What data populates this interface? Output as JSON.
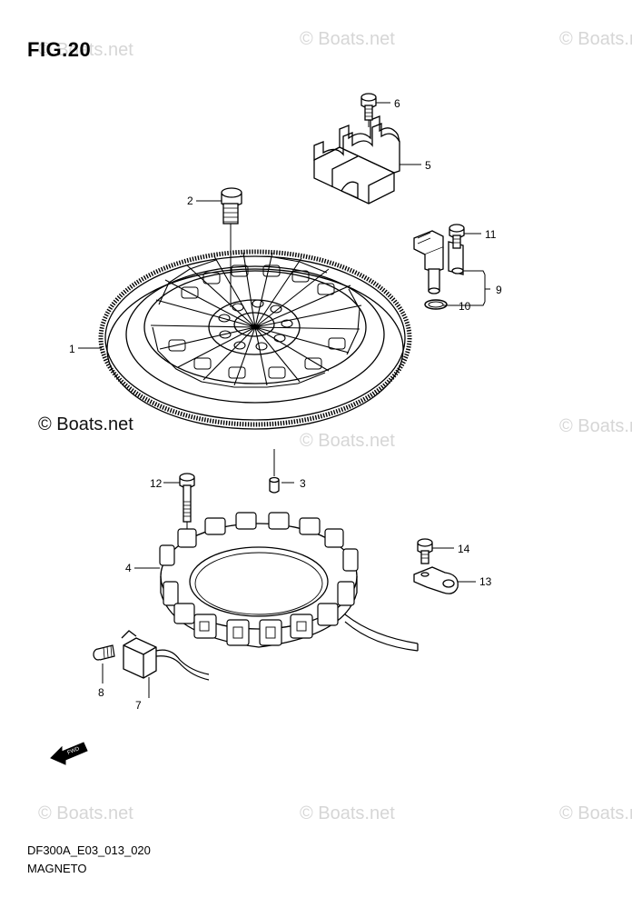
{
  "figure": {
    "title": "FIG.20",
    "code": "DF300A_E03_013_020",
    "name": "MAGNETO"
  },
  "watermark": {
    "text": "© Boats.net",
    "primary_text": "© Boats.net"
  },
  "callouts": [
    "1",
    "2",
    "3",
    "4",
    "5",
    "6",
    "7",
    "8",
    "9",
    "10",
    "11",
    "12",
    "13",
    "14"
  ],
  "fwd_label": "FWD",
  "colors": {
    "line": "#000000",
    "watermark": "#d6d6d6",
    "background": "#ffffff"
  }
}
